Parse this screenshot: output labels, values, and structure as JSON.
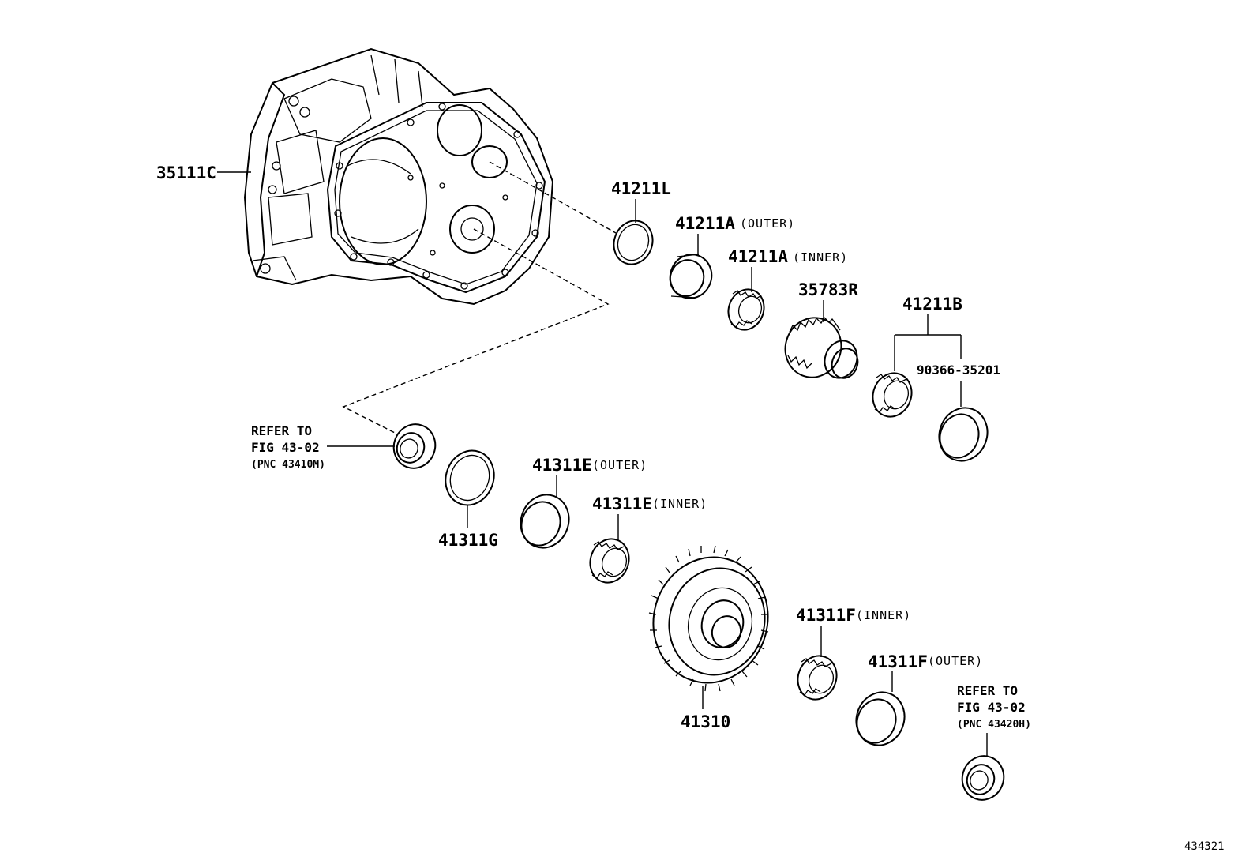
{
  "labels": {
    "p35111c": "35111C",
    "p41211l": "41211L",
    "p41211a_outer": "41211A",
    "q41211a_outer": "(OUTER)",
    "p41211a_inner": "41211A",
    "q41211a_inner": "(INNER)",
    "p35783r": "35783R",
    "p41211b": "41211B",
    "p90366": "90366-35201",
    "p41311g": "41311G",
    "p41311e_outer": "41311E",
    "q41311e_outer": "(OUTER)",
    "p41311e_inner": "41311E",
    "q41311e_inner": "(INNER)",
    "p41310": "41310",
    "p41311f_inner": "41311F",
    "q41311f_inner": "(INNER)",
    "p41311f_outer": "41311F",
    "q41311f_outer": "(OUTER)"
  },
  "refs": {
    "left": {
      "line1": "REFER TO",
      "line2": "FIG 43-02",
      "line3": "(PNC 43410M)"
    },
    "right": {
      "line1": "REFER TO",
      "line2": "FIG 43-02",
      "line3": "(PNC 43420H)"
    }
  },
  "figure_number": "434321"
}
